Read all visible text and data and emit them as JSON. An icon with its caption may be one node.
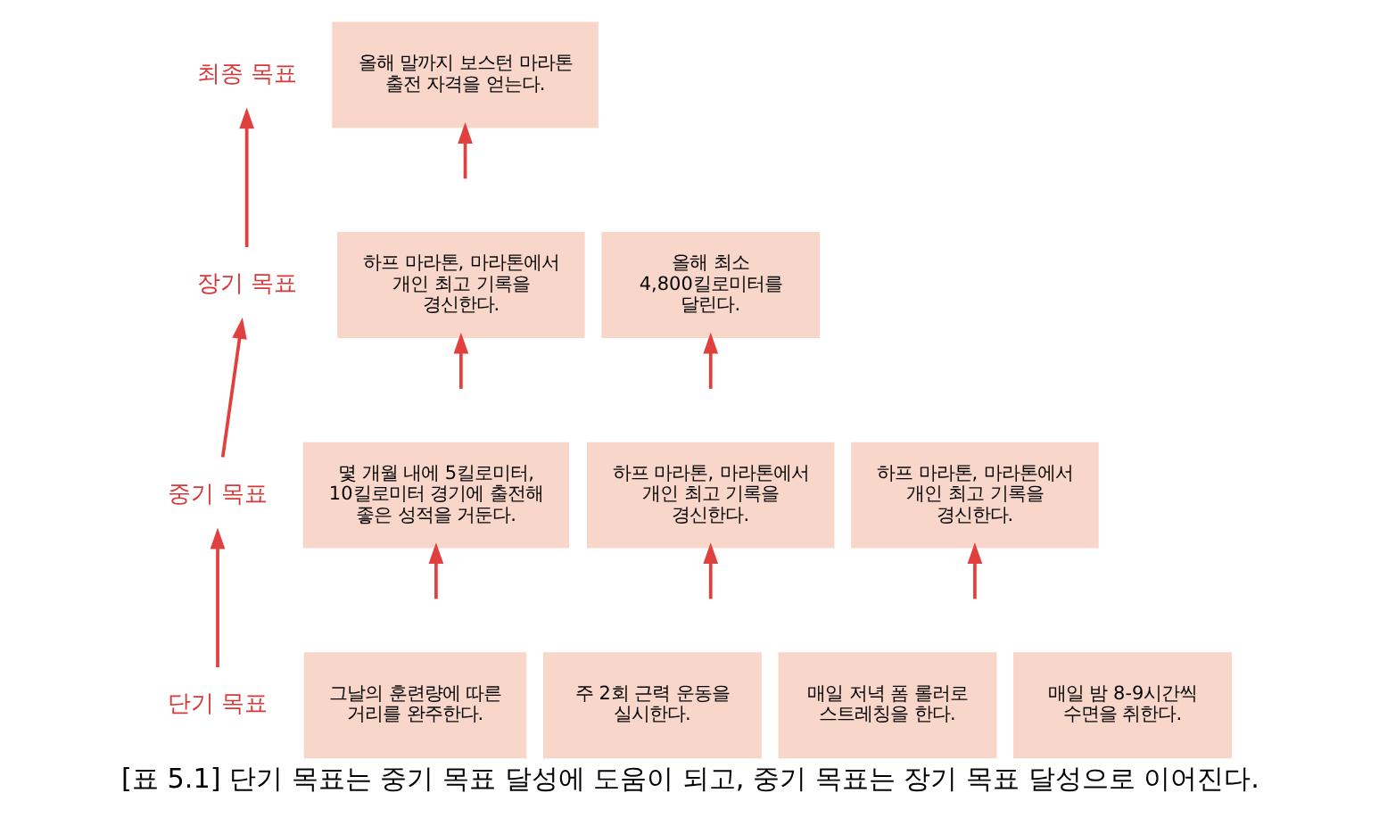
{
  "diagram": {
    "caption": "[표 5.1] 단기 목표는 중기 목표 달성에 도움이 되고, 중기 목표는 장기 목표 달성으로 이어진다.",
    "nodes": [
      {
        "text": [
          "최종 목표"
        ]
      },
      {
        "text": [
          "올해 말까지 보스턴 마라톤 출전 자격을 얻는다."
        ]
      },
      {
        "text": [
          "장기 목표"
        ]
      },
      {
        "text": [
          "하프 마라톤, 마라톤에서 개인 최고 기록을 경신한다."
        ]
      },
      {
        "text": [
          "올해 최소 4,800킬로미터를 달린다."
        ]
      },
      {
        "text": [
          "중기 목표"
        ]
      },
      {
        "text": [
          "몇 개월 내에 5킬로미터, 10킬로미터 경기에 출전해 좋은 성적을 거둔다."
        ]
      },
      {
        "text": [
          "하프 마라톤, 마라톤에서 개인 최고 기록을 경신한다."
        ]
      },
      {
        "text": [
          "하프 마라톤, 마라톤에서 개인 최고 기록을 경신한다."
        ]
      },
      {
        "text": [
          "단기 목표"
        ]
      },
      {
        "text": [
          "그날의 훈련량에 따른 거리를 완주한다."
        ]
      },
      {
        "text": [
          "주 2회 근력 운동을 실시한다."
        ]
      },
      {
        "text": [
          "매일 저녁 폼 롤러로 스트레칭을 한다."
        ]
      },
      {
        "text": [
          "매일 밤 8-9시간씩 수면을 취한다."
        ]
      }
    ],
    "edges": [
      {
        "from": 9,
        "to": 5,
        "arrow": "to"
      },
      {
        "from": 5,
        "to": 2,
        "arrow": "to"
      },
      {
        "from": 2,
        "to": 0,
        "arrow": "to"
      },
      {
        "from": null,
        "to": 6,
        "arrow": "to"
      },
      {
        "from": null,
        "to": 7,
        "arrow": "to"
      },
      {
        "from": null,
        "to": 8,
        "arrow": "to"
      },
      {
        "from": null,
        "to": 3,
        "arrow": "to"
      },
      {
        "from": null,
        "to": 4,
        "arrow": "to"
      },
      {
        "from": null,
        "to": 1,
        "arrow": "to"
      }
    ]
  }
}
